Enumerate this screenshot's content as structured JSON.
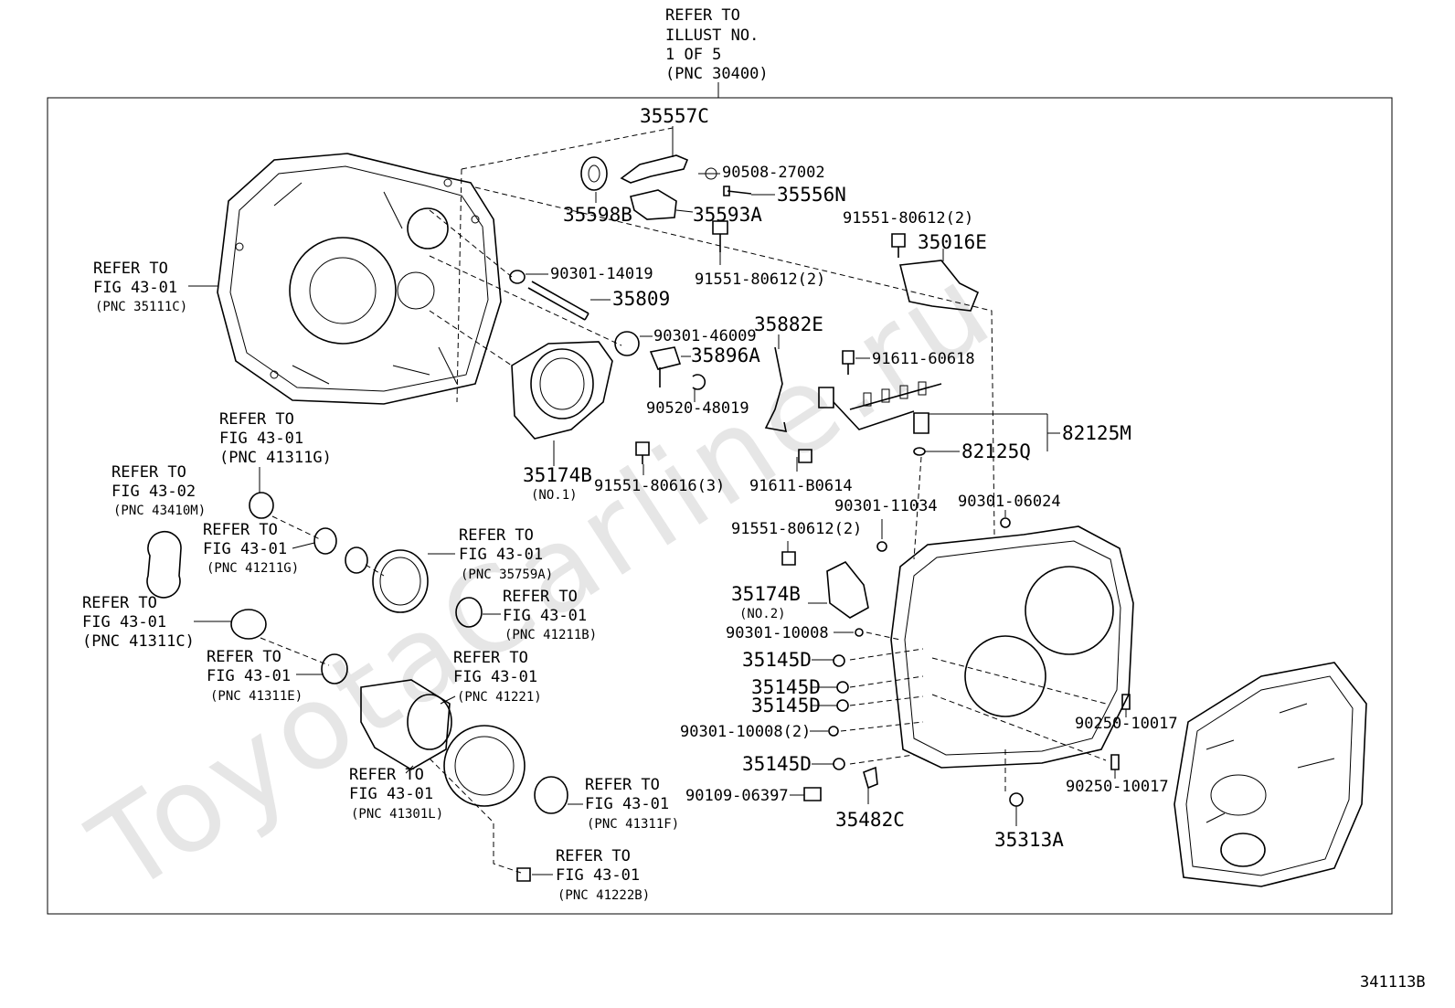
{
  "header_note": [
    "REFER TO",
    "ILLUST NO.",
    "1 OF 5",
    "(PNC 30400)"
  ],
  "watermark": "ToyotaCarline.ru",
  "figure_id": "341113B",
  "parts": [
    "35557C",
    "90508-27002",
    "35556N",
    "35598B",
    "35593A",
    "91551-80612(2)",
    "35016E",
    "91551-80612(2)",
    "90301-14019",
    "35809",
    "90301-46009",
    "35896A",
    "35882E",
    "91611-60618",
    "90520-48019",
    "82125M",
    "82125Q",
    "35174B",
    "(NO.1)",
    "91551-80616(3)",
    "91611-B0614",
    "90301-11034",
    "90301-06024",
    "91551-80612(2)",
    "35174B",
    "(NO.2)",
    "90301-10008",
    "35145D",
    "35145D",
    "35145D",
    "90301-10008(2)",
    "35145D",
    "90109-06397",
    "35482C",
    "35313A",
    "90250-10017",
    "90250-10017"
  ],
  "refs": [
    [
      "REFER TO",
      "FIG 43-01",
      "(PNC 35111C)"
    ],
    [
      "REFER TO",
      "FIG 43-01",
      "(PNC 41311G)"
    ],
    [
      "REFER TO",
      "FIG 43-02",
      "(PNC 43410M)"
    ],
    [
      "REFER TO",
      "FIG 43-01",
      "(PNC 41211G)"
    ],
    [
      "REFER TO",
      "FIG 43-01",
      "(PNC 35759A)"
    ],
    [
      "REFER TO",
      "FIG 43-01",
      "(PNC 41311C)"
    ],
    [
      "REFER TO",
      "FIG 43-01",
      "(PNC 41211B)"
    ],
    [
      "REFER TO",
      "FIG 43-01",
      "(PNC 41311E)"
    ],
    [
      "REFER TO",
      "FIG 43-01",
      "(PNC 41221)"
    ],
    [
      "REFER TO",
      "FIG 43-01",
      "(PNC 41301L)"
    ],
    [
      "REFER TO",
      "FIG 43-01",
      "(PNC 41311F)"
    ],
    [
      "REFER TO",
      "FIG 43-01",
      "(PNC 41222B)"
    ]
  ]
}
